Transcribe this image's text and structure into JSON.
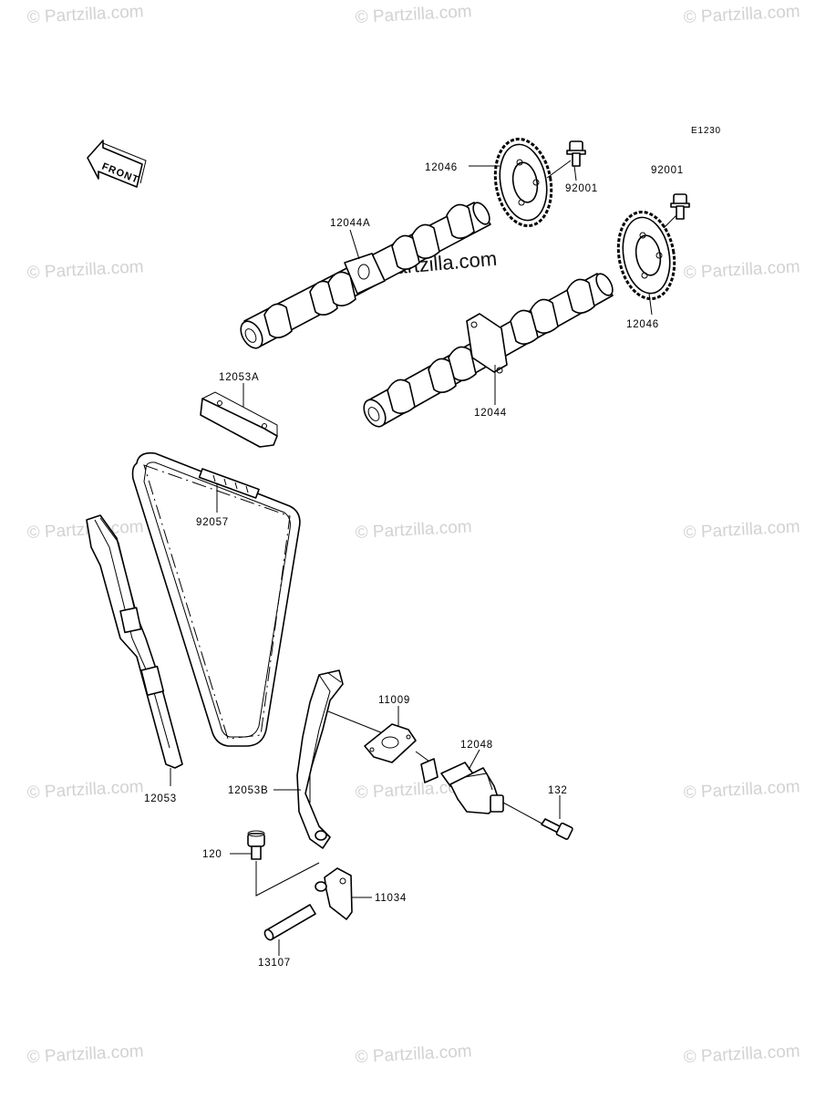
{
  "diagram": {
    "code": "E1230",
    "front_label": "FRONT",
    "brand": "©Partzilla.com",
    "watermark_text": "© Partzilla.com",
    "colors": {
      "line": "#000000",
      "watermark": "#d2d2d2",
      "background": "#ffffff"
    },
    "callouts": [
      {
        "id": "c-12046-top",
        "label": "12046"
      },
      {
        "id": "c-92001-top",
        "label": "92001"
      },
      {
        "id": "c-92001-right",
        "label": "92001"
      },
      {
        "id": "c-12044A",
        "label": "12044A"
      },
      {
        "id": "c-12046-right",
        "label": "12046"
      },
      {
        "id": "c-12053A",
        "label": "12053A"
      },
      {
        "id": "c-12044",
        "label": "12044"
      },
      {
        "id": "c-92057",
        "label": "92057"
      },
      {
        "id": "c-11009",
        "label": "11009"
      },
      {
        "id": "c-12048",
        "label": "12048"
      },
      {
        "id": "c-132",
        "label": "132"
      },
      {
        "id": "c-12053B",
        "label": "12053B"
      },
      {
        "id": "c-12053",
        "label": "12053"
      },
      {
        "id": "c-120",
        "label": "120"
      },
      {
        "id": "c-11034",
        "label": "11034"
      },
      {
        "id": "c-13107",
        "label": "13107"
      }
    ]
  }
}
